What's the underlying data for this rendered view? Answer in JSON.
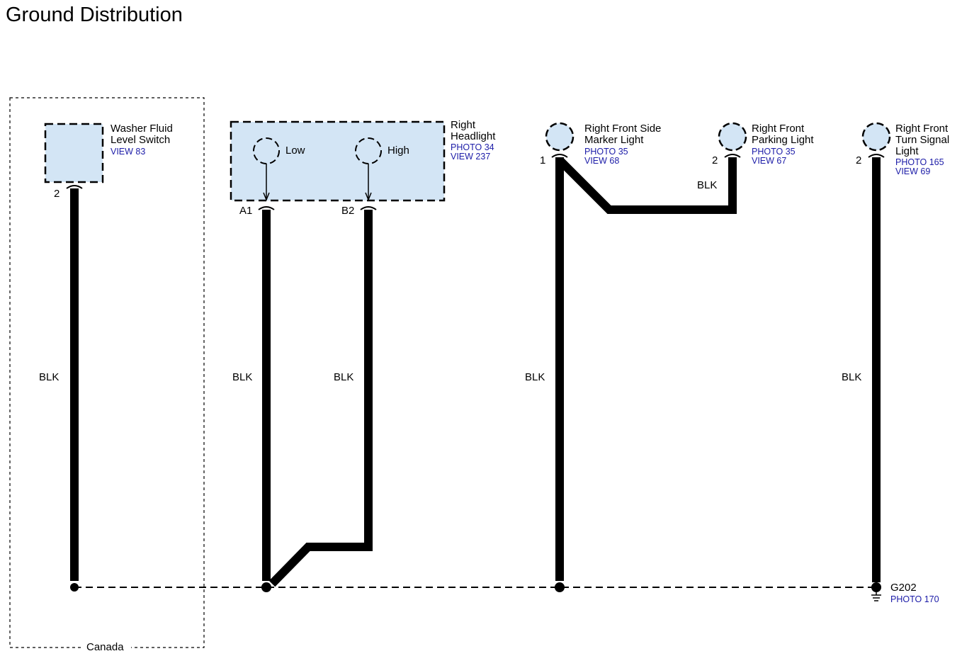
{
  "title": "Ground Distribution",
  "region_label": "Canada",
  "components": {
    "washer": {
      "name_line1": "Washer Fluid",
      "name_line2": "Level Switch",
      "ref1": "VIEW 83",
      "pin": "2"
    },
    "headlight": {
      "name_line1": "Right",
      "name_line2": "Headlight",
      "ref1": "PHOTO 34",
      "ref2": "VIEW 237",
      "low_label": "Low",
      "high_label": "High",
      "pin_low": "A1",
      "pin_high": "B2"
    },
    "side_marker": {
      "name_line1": "Right Front Side",
      "name_line2": "Marker Light",
      "ref1": "PHOTO 35",
      "ref2": "VIEW 68",
      "pin": "1"
    },
    "parking": {
      "name_line1": "Right Front",
      "name_line2": "Parking Light",
      "ref1": "PHOTO 35",
      "ref2": "VIEW 67",
      "pin": "2"
    },
    "turn_signal": {
      "name_line1": "Right Front",
      "name_line2": "Turn Signal",
      "name_line3": "Light",
      "ref1": "PHOTO 165",
      "ref2": "VIEW 69",
      "pin": "2"
    }
  },
  "wires": {
    "washer": "BLK",
    "headlight_low": "BLK",
    "headlight_high": "BLK",
    "side_marker": "BLK",
    "parking": "BLK",
    "turn_signal": "BLK"
  },
  "ground": {
    "id": "G202",
    "ref": "PHOTO 170"
  }
}
